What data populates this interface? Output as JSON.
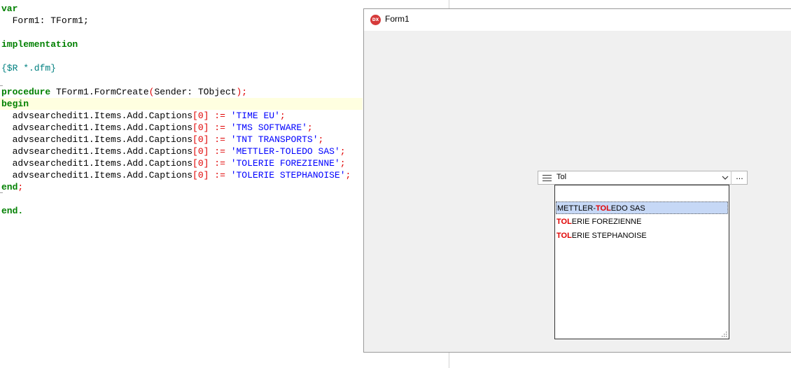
{
  "editor": {
    "lines": {
      "l0": [
        {
          "t": "var",
          "c": "kw"
        }
      ],
      "l1": [
        {
          "t": "  Form1: TForm1;",
          "c": "id"
        }
      ],
      "l2": [],
      "l3": [
        {
          "t": "implementation",
          "c": "kw"
        }
      ],
      "l4": [],
      "l5": [
        {
          "t": "{$R *.dfm}",
          "c": "dir"
        }
      ],
      "l6": [],
      "l7": [
        {
          "t": "procedure",
          "c": "kw"
        },
        {
          "t": " TForm1.FormCreate",
          "c": "id"
        },
        {
          "t": "(",
          "c": "op"
        },
        {
          "t": "Sender: TObject",
          "c": "id"
        },
        {
          "t": ");",
          "c": "op"
        }
      ],
      "l8": [
        {
          "t": "begin",
          "c": "kw"
        }
      ],
      "l9": [
        {
          "t": "  advsearchedit1.Items.Add.Captions",
          "c": "id"
        },
        {
          "t": "[",
          "c": "op"
        },
        {
          "t": "0",
          "c": "num"
        },
        {
          "t": "]",
          "c": "op"
        },
        {
          "t": " := ",
          "c": "op"
        },
        {
          "t": "'TIME EU'",
          "c": "str"
        },
        {
          "t": ";",
          "c": "op"
        }
      ],
      "l10": [
        {
          "t": "  advsearchedit1.Items.Add.Captions",
          "c": "id"
        },
        {
          "t": "[",
          "c": "op"
        },
        {
          "t": "0",
          "c": "num"
        },
        {
          "t": "]",
          "c": "op"
        },
        {
          "t": " := ",
          "c": "op"
        },
        {
          "t": "'TMS SOFTWARE'",
          "c": "str"
        },
        {
          "t": ";",
          "c": "op"
        }
      ],
      "l11": [
        {
          "t": "  advsearchedit1.Items.Add.Captions",
          "c": "id"
        },
        {
          "t": "[",
          "c": "op"
        },
        {
          "t": "0",
          "c": "num"
        },
        {
          "t": "]",
          "c": "op"
        },
        {
          "t": " := ",
          "c": "op"
        },
        {
          "t": "'TNT TRANSPORTS'",
          "c": "str"
        },
        {
          "t": ";",
          "c": "op"
        }
      ],
      "l12": [
        {
          "t": "  advsearchedit1.Items.Add.Captions",
          "c": "id"
        },
        {
          "t": "[",
          "c": "op"
        },
        {
          "t": "0",
          "c": "num"
        },
        {
          "t": "]",
          "c": "op"
        },
        {
          "t": " := ",
          "c": "op"
        },
        {
          "t": "'METTLER-TOLEDO SAS'",
          "c": "str"
        },
        {
          "t": ";",
          "c": "op"
        }
      ],
      "l13": [
        {
          "t": "  advsearchedit1.Items.Add.Captions",
          "c": "id"
        },
        {
          "t": "[",
          "c": "op"
        },
        {
          "t": "0",
          "c": "num"
        },
        {
          "t": "]",
          "c": "op"
        },
        {
          "t": " := ",
          "c": "op"
        },
        {
          "t": "'TOLERIE FOREZIENNE'",
          "c": "str"
        },
        {
          "t": ";",
          "c": "op"
        }
      ],
      "l14": [
        {
          "t": "  advsearchedit1.Items.Add.Captions",
          "c": "id"
        },
        {
          "t": "[",
          "c": "op"
        },
        {
          "t": "0",
          "c": "num"
        },
        {
          "t": "]",
          "c": "op"
        },
        {
          "t": " := ",
          "c": "op"
        },
        {
          "t": "'TOLERIE STEPHANOISE'",
          "c": "str"
        },
        {
          "t": ";",
          "c": "op"
        }
      ],
      "l15": [
        {
          "t": "end",
          "c": "kw"
        },
        {
          "t": ";",
          "c": "op"
        }
      ],
      "l16": [],
      "l17": [
        {
          "t": "end.",
          "c": "kw"
        }
      ]
    }
  },
  "window": {
    "title": "Form1",
    "icon_text": "DX"
  },
  "search_edit": {
    "value": "Tol",
    "ellipsis_label": "..."
  },
  "dropdown": {
    "items": [
      {
        "pre": "METTLER-",
        "match": "TOL",
        "post": "EDO SAS",
        "selected": true
      },
      {
        "pre": "",
        "match": "TOL",
        "post": "ERIE FOREZIENNE",
        "selected": false
      },
      {
        "pre": "",
        "match": "TOL",
        "post": "ERIE STEPHANOISE",
        "selected": false
      }
    ]
  },
  "colors": {
    "keyword": "#008000",
    "string": "#0000ff",
    "number": "#e00000",
    "directive": "#008080",
    "match_highlight": "#e00000",
    "selection": "#c6d8f6"
  }
}
